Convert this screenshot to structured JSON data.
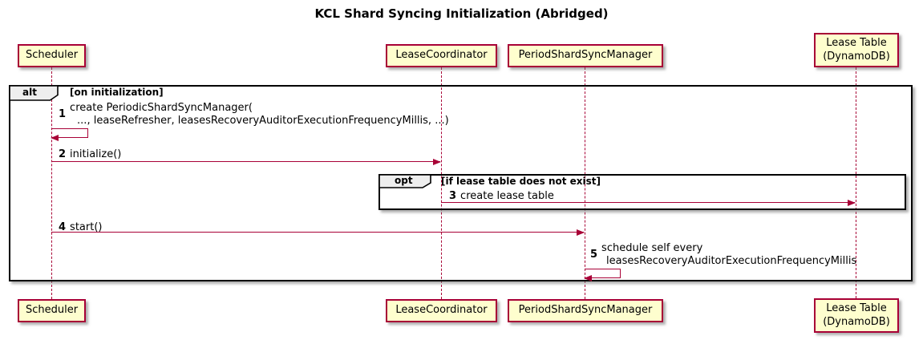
{
  "diagram": {
    "title": "KCL Shard Syncing Initialization (Abridged)",
    "type": "sequence-diagram"
  },
  "participants": {
    "scheduler": {
      "label": "Scheduler"
    },
    "lease_coordinator": {
      "label": "LeaseCoordinator"
    },
    "period_shard_sync_manager": {
      "label": "PeriodShardSyncManager"
    },
    "lease_table": {
      "label_line1": "Lease Table",
      "label_line2": "(DynamoDB)"
    }
  },
  "frames": {
    "alt": {
      "operator": "alt",
      "condition": "[on initialization]"
    },
    "opt": {
      "operator": "opt",
      "condition": "[if lease table does not exist]"
    }
  },
  "messages": {
    "m1": {
      "number": "1",
      "from": "Scheduler",
      "to": "Scheduler",
      "kind": "self",
      "lines": [
        "create PeriodicShardSyncManager(",
        "..., leaseRefresher, leasesRecoveryAuditorExecutionFrequencyMillis, ...)"
      ]
    },
    "m2": {
      "number": "2",
      "from": "Scheduler",
      "to": "LeaseCoordinator",
      "kind": "arrow",
      "text": "initialize()"
    },
    "m3": {
      "number": "3",
      "from": "LeaseCoordinator",
      "to": "Lease Table (DynamoDB)",
      "kind": "arrow",
      "text": "create lease table"
    },
    "m4": {
      "number": "4",
      "from": "Scheduler",
      "to": "PeriodShardSyncManager",
      "kind": "arrow",
      "text": "start()"
    },
    "m5": {
      "number": "5",
      "from": "PeriodShardSyncManager",
      "to": "PeriodShardSyncManager",
      "kind": "self",
      "lines": [
        "schedule self every",
        "leasesRecoveryAuditorExecutionFrequencyMillis"
      ]
    }
  },
  "colors": {
    "participant_fill": "#FEFECE",
    "participant_border": "#A80036",
    "arrow": "#A80036",
    "lifeline": "#A80036",
    "frame_border": "#000000",
    "operator_fill": "#EEEEEE",
    "text": "#000000",
    "background": "#FFFFFF"
  }
}
